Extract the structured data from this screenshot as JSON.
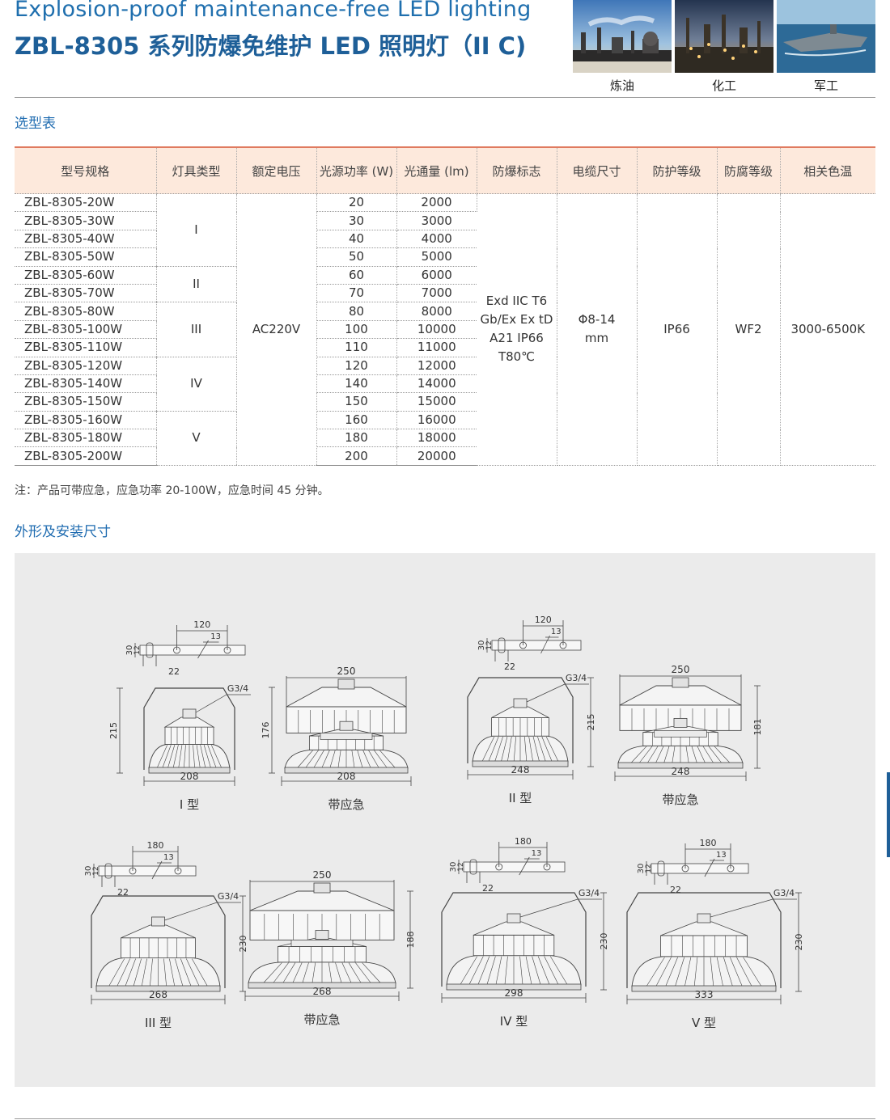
{
  "header": {
    "title_en": "Explosion-proof maintenance-free LED lighting",
    "title_cn": "ZBL-8305 系列防爆免维护 LED 照明灯（II C)"
  },
  "photos": [
    {
      "label": "炼油"
    },
    {
      "label": "化工"
    },
    {
      "label": "军工"
    }
  ],
  "selection_title": "选型表",
  "table": {
    "headers": [
      "型号规格",
      "灯具类型",
      "额定电压",
      "光源功率 (W)",
      "光通量 (lm)",
      "防爆标志",
      "电缆尺寸",
      "防护等级",
      "防腐等级",
      "相关色温"
    ],
    "rows": [
      {
        "model": "ZBL-8305-20W",
        "power": "20",
        "flux": "2000"
      },
      {
        "model": "ZBL-8305-30W",
        "power": "30",
        "flux": "3000"
      },
      {
        "model": "ZBL-8305-40W",
        "power": "40",
        "flux": "4000"
      },
      {
        "model": "ZBL-8305-50W",
        "power": "50",
        "flux": "5000"
      },
      {
        "model": "ZBL-8305-60W",
        "power": "60",
        "flux": "6000"
      },
      {
        "model": "ZBL-8305-70W",
        "power": "70",
        "flux": "7000"
      },
      {
        "model": "ZBL-8305-80W",
        "power": "80",
        "flux": "8000"
      },
      {
        "model": "ZBL-8305-100W",
        "power": "100",
        "flux": "10000"
      },
      {
        "model": "ZBL-8305-110W",
        "power": "110",
        "flux": "11000"
      },
      {
        "model": "ZBL-8305-120W",
        "power": "120",
        "flux": "12000"
      },
      {
        "model": "ZBL-8305-140W",
        "power": "140",
        "flux": "14000"
      },
      {
        "model": "ZBL-8305-150W",
        "power": "150",
        "flux": "15000"
      },
      {
        "model": "ZBL-8305-160W",
        "power": "160",
        "flux": "16000"
      },
      {
        "model": "ZBL-8305-180W",
        "power": "180",
        "flux": "18000"
      },
      {
        "model": "ZBL-8305-200W",
        "power": "200",
        "flux": "20000"
      }
    ],
    "types": [
      {
        "label": "I",
        "rows": 4
      },
      {
        "label": "II",
        "rows": 2
      },
      {
        "label": "III",
        "rows": 3
      },
      {
        "label": "IV",
        "rows": 3
      },
      {
        "label": "V",
        "rows": 3
      }
    ],
    "voltage": "AC220V",
    "ex_mark": [
      "Exd IIC T6",
      "Gb/Ex Ex tD",
      "A21 IP66",
      "T80℃"
    ],
    "cable": [
      "Φ8-14",
      "mm"
    ],
    "ip": "IP66",
    "corrosion": "WF2",
    "cct": "3000-6500K"
  },
  "note": "注：产品可带应急，应急功率 20-100W，应急时间 45 分钟。",
  "outline_title": "外形及安装尺寸",
  "drawings": [
    {
      "kind": "bracket",
      "bw": "120",
      "bh": "30",
      "bh2": "12",
      "hole": "13",
      "off": "22",
      "thread": "G3/4",
      "height": "215",
      "width": "208",
      "label": "I 型"
    },
    {
      "kind": "emergency",
      "top": "250",
      "height": "176",
      "width": "208",
      "label": "带应急"
    },
    {
      "kind": "bracket",
      "bw": "120",
      "bh": "30",
      "bh2": "12",
      "hole": "13",
      "off": "22",
      "thread": "G3/4",
      "height": "215",
      "width": "248",
      "label": "II 型"
    },
    {
      "kind": "emergency",
      "top": "250",
      "height": "181",
      "width": "248",
      "label": "带应急"
    },
    {
      "kind": "bracket",
      "bw": "180",
      "bh": "30",
      "bh2": "12",
      "hole": "13",
      "off": "22",
      "thread": "G3/4",
      "height": "230",
      "width": "268",
      "label": "III 型"
    },
    {
      "kind": "emergency",
      "top": "250",
      "height": "188",
      "width": "268",
      "label": "带应急"
    },
    {
      "kind": "bracket",
      "bw": "180",
      "bh": "30",
      "bh2": "12",
      "hole": "13",
      "off": "22",
      "thread": "G3/4",
      "height": "230",
      "width": "298",
      "label": "IV 型"
    },
    {
      "kind": "bracket",
      "bw": "180",
      "bh": "30",
      "bh2": "12",
      "hole": "13",
      "off": "22",
      "thread": "G3/4",
      "height": "230",
      "width": "333",
      "label": "V 型"
    }
  ],
  "colors": {
    "title": "#1e5f98",
    "section": "#1e6bb0",
    "header_bg": "#fde9dc",
    "header_rule": "#e07a5f",
    "drawing_bg": "#ebebeb"
  }
}
